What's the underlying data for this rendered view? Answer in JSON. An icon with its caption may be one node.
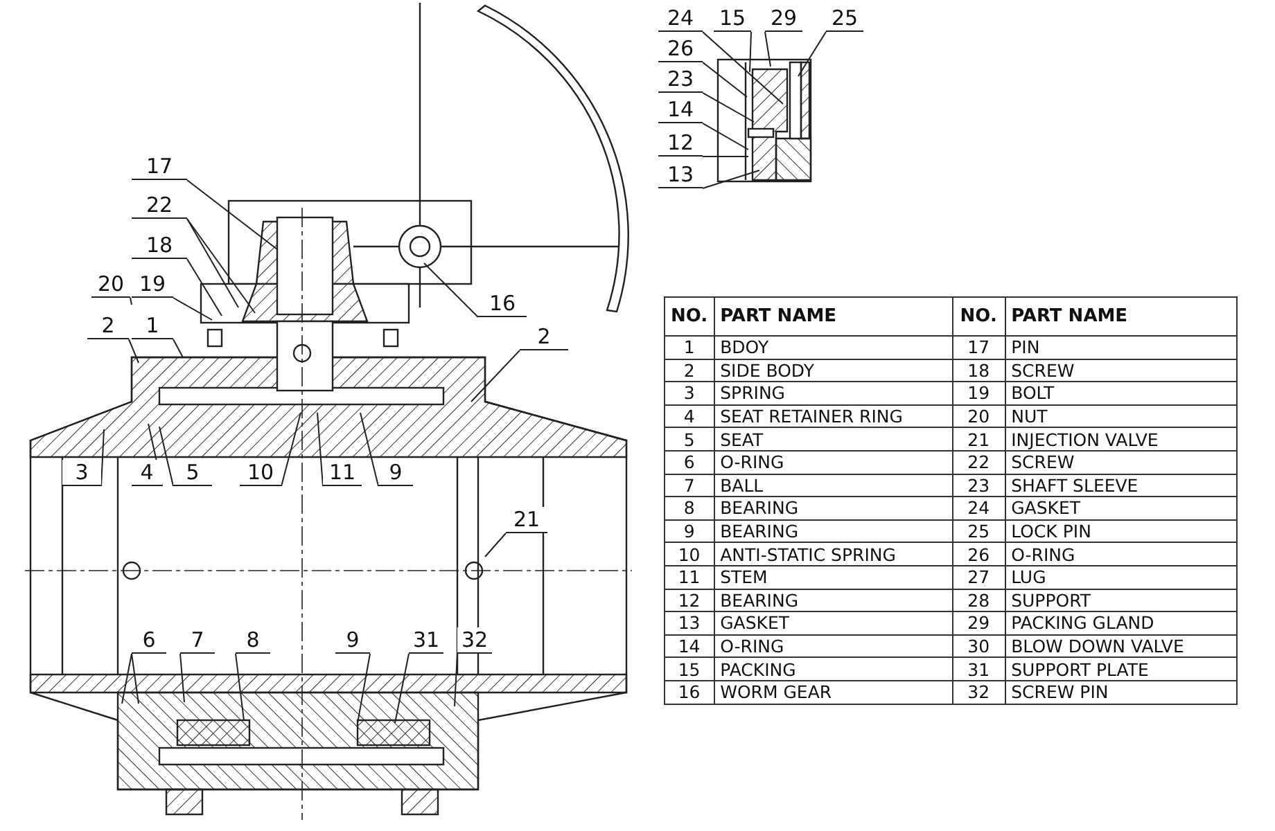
{
  "diagram": {
    "nodes": [
      {
        "text": [
          "17"
        ]
      },
      {
        "text": [
          "22"
        ]
      },
      {
        "text": [
          "18"
        ]
      },
      {
        "text": [
          "20"
        ]
      },
      {
        "text": [
          "19"
        ]
      },
      {
        "text": [
          "2"
        ]
      },
      {
        "text": [
          "1"
        ]
      },
      {
        "text": [
          "16"
        ]
      },
      {
        "text": [
          "2"
        ]
      },
      {
        "text": [
          "3"
        ]
      },
      {
        "text": [
          "4"
        ]
      },
      {
        "text": [
          "5"
        ]
      },
      {
        "text": [
          "10"
        ]
      },
      {
        "text": [
          "11"
        ]
      },
      {
        "text": [
          "9"
        ]
      },
      {
        "text": [
          "21"
        ]
      },
      {
        "text": [
          "6"
        ]
      },
      {
        "text": [
          "7"
        ]
      },
      {
        "text": [
          "8"
        ]
      },
      {
        "text": [
          "9"
        ]
      },
      {
        "text": [
          "31"
        ]
      },
      {
        "text": [
          "32"
        ]
      },
      {
        "text": [
          "24"
        ]
      },
      {
        "text": [
          "15"
        ]
      },
      {
        "text": [
          "29"
        ]
      },
      {
        "text": [
          "25"
        ]
      },
      {
        "text": [
          "26"
        ]
      },
      {
        "text": [
          "23"
        ]
      },
      {
        "text": [
          "14"
        ]
      },
      {
        "text": [
          "12"
        ]
      },
      {
        "text": [
          "13"
        ]
      }
    ],
    "edges": [
      {
        "from": 0,
        "to": null,
        "arrow": "none"
      },
      {
        "from": 1,
        "to": null,
        "arrow": "none"
      },
      {
        "from": 1,
        "to": null,
        "arrow": "none"
      },
      {
        "from": 2,
        "to": null,
        "arrow": "none"
      },
      {
        "from": 3,
        "to": null,
        "arrow": "none"
      },
      {
        "from": 4,
        "to": null,
        "arrow": "none"
      },
      {
        "from": 5,
        "to": null,
        "arrow": "none"
      },
      {
        "from": 6,
        "to": null,
        "arrow": "none"
      },
      {
        "from": 7,
        "to": null,
        "arrow": "none"
      },
      {
        "from": 8,
        "to": null,
        "arrow": "none"
      },
      {
        "from": 9,
        "to": null,
        "arrow": "none"
      },
      {
        "from": 10,
        "to": null,
        "arrow": "none"
      },
      {
        "from": 11,
        "to": null,
        "arrow": "none"
      },
      {
        "from": 12,
        "to": null,
        "arrow": "none"
      },
      {
        "from": 13,
        "to": null,
        "arrow": "none"
      },
      {
        "from": 14,
        "to": null,
        "arrow": "none"
      },
      {
        "from": 15,
        "to": null,
        "arrow": "none"
      },
      {
        "from": 16,
        "to": null,
        "arrow": "none"
      },
      {
        "from": 16,
        "to": null,
        "arrow": "none"
      },
      {
        "from": 17,
        "to": null,
        "arrow": "none"
      },
      {
        "from": 18,
        "to": null,
        "arrow": "none"
      },
      {
        "from": 19,
        "to": null,
        "arrow": "none"
      },
      {
        "from": 20,
        "to": null,
        "arrow": "none"
      },
      {
        "from": 21,
        "to": null,
        "arrow": "none"
      },
      {
        "from": 22,
        "to": null,
        "arrow": "none"
      },
      {
        "from": 23,
        "to": null,
        "arrow": "none"
      },
      {
        "from": 24,
        "to": null,
        "arrow": "none"
      },
      {
        "from": 25,
        "to": null,
        "arrow": "none"
      },
      {
        "from": 26,
        "to": null,
        "arrow": "none"
      },
      {
        "from": 27,
        "to": null,
        "arrow": "none"
      },
      {
        "from": 28,
        "to": null,
        "arrow": "none"
      },
      {
        "from": 29,
        "to": null,
        "arrow": "none"
      },
      {
        "from": 30,
        "to": null,
        "arrow": "none"
      }
    ],
    "labels": [
      "NO.",
      "PART NAME",
      "NO.",
      "PART NAME",
      "1",
      "BDOY",
      "17",
      "PIN",
      "2",
      "SIDE BODY",
      "18",
      "SCREW",
      "3",
      "SPRING",
      "19",
      "BOLT",
      "4",
      "SEAT RETAINER RING",
      "20",
      "NUT",
      "5",
      "SEAT",
      "21",
      "INJECTION VALVE",
      "6",
      "O-RING",
      "22",
      "SCREW",
      "7",
      "BALL",
      "23",
      "SHAFT SLEEVE",
      "8",
      "BEARING",
      "24",
      "GASKET",
      "9",
      "BEARING",
      "25",
      "LOCK PIN",
      "10",
      "ANTI-STATIC SPRING",
      "26",
      "O-RING",
      "11",
      "STEM",
      "27",
      "LUG",
      "12",
      "BEARING",
      "28",
      "SUPPORT",
      "13",
      "GASKET",
      "29",
      "PACKING GLAND",
      "14",
      "O-RING",
      "30",
      "BLOW DOWN VALVE",
      "15",
      "PACKING",
      "31",
      "SUPPORT PLATE",
      "16",
      "WORM GEAR",
      "32",
      "SCREW PIN"
    ]
  }
}
